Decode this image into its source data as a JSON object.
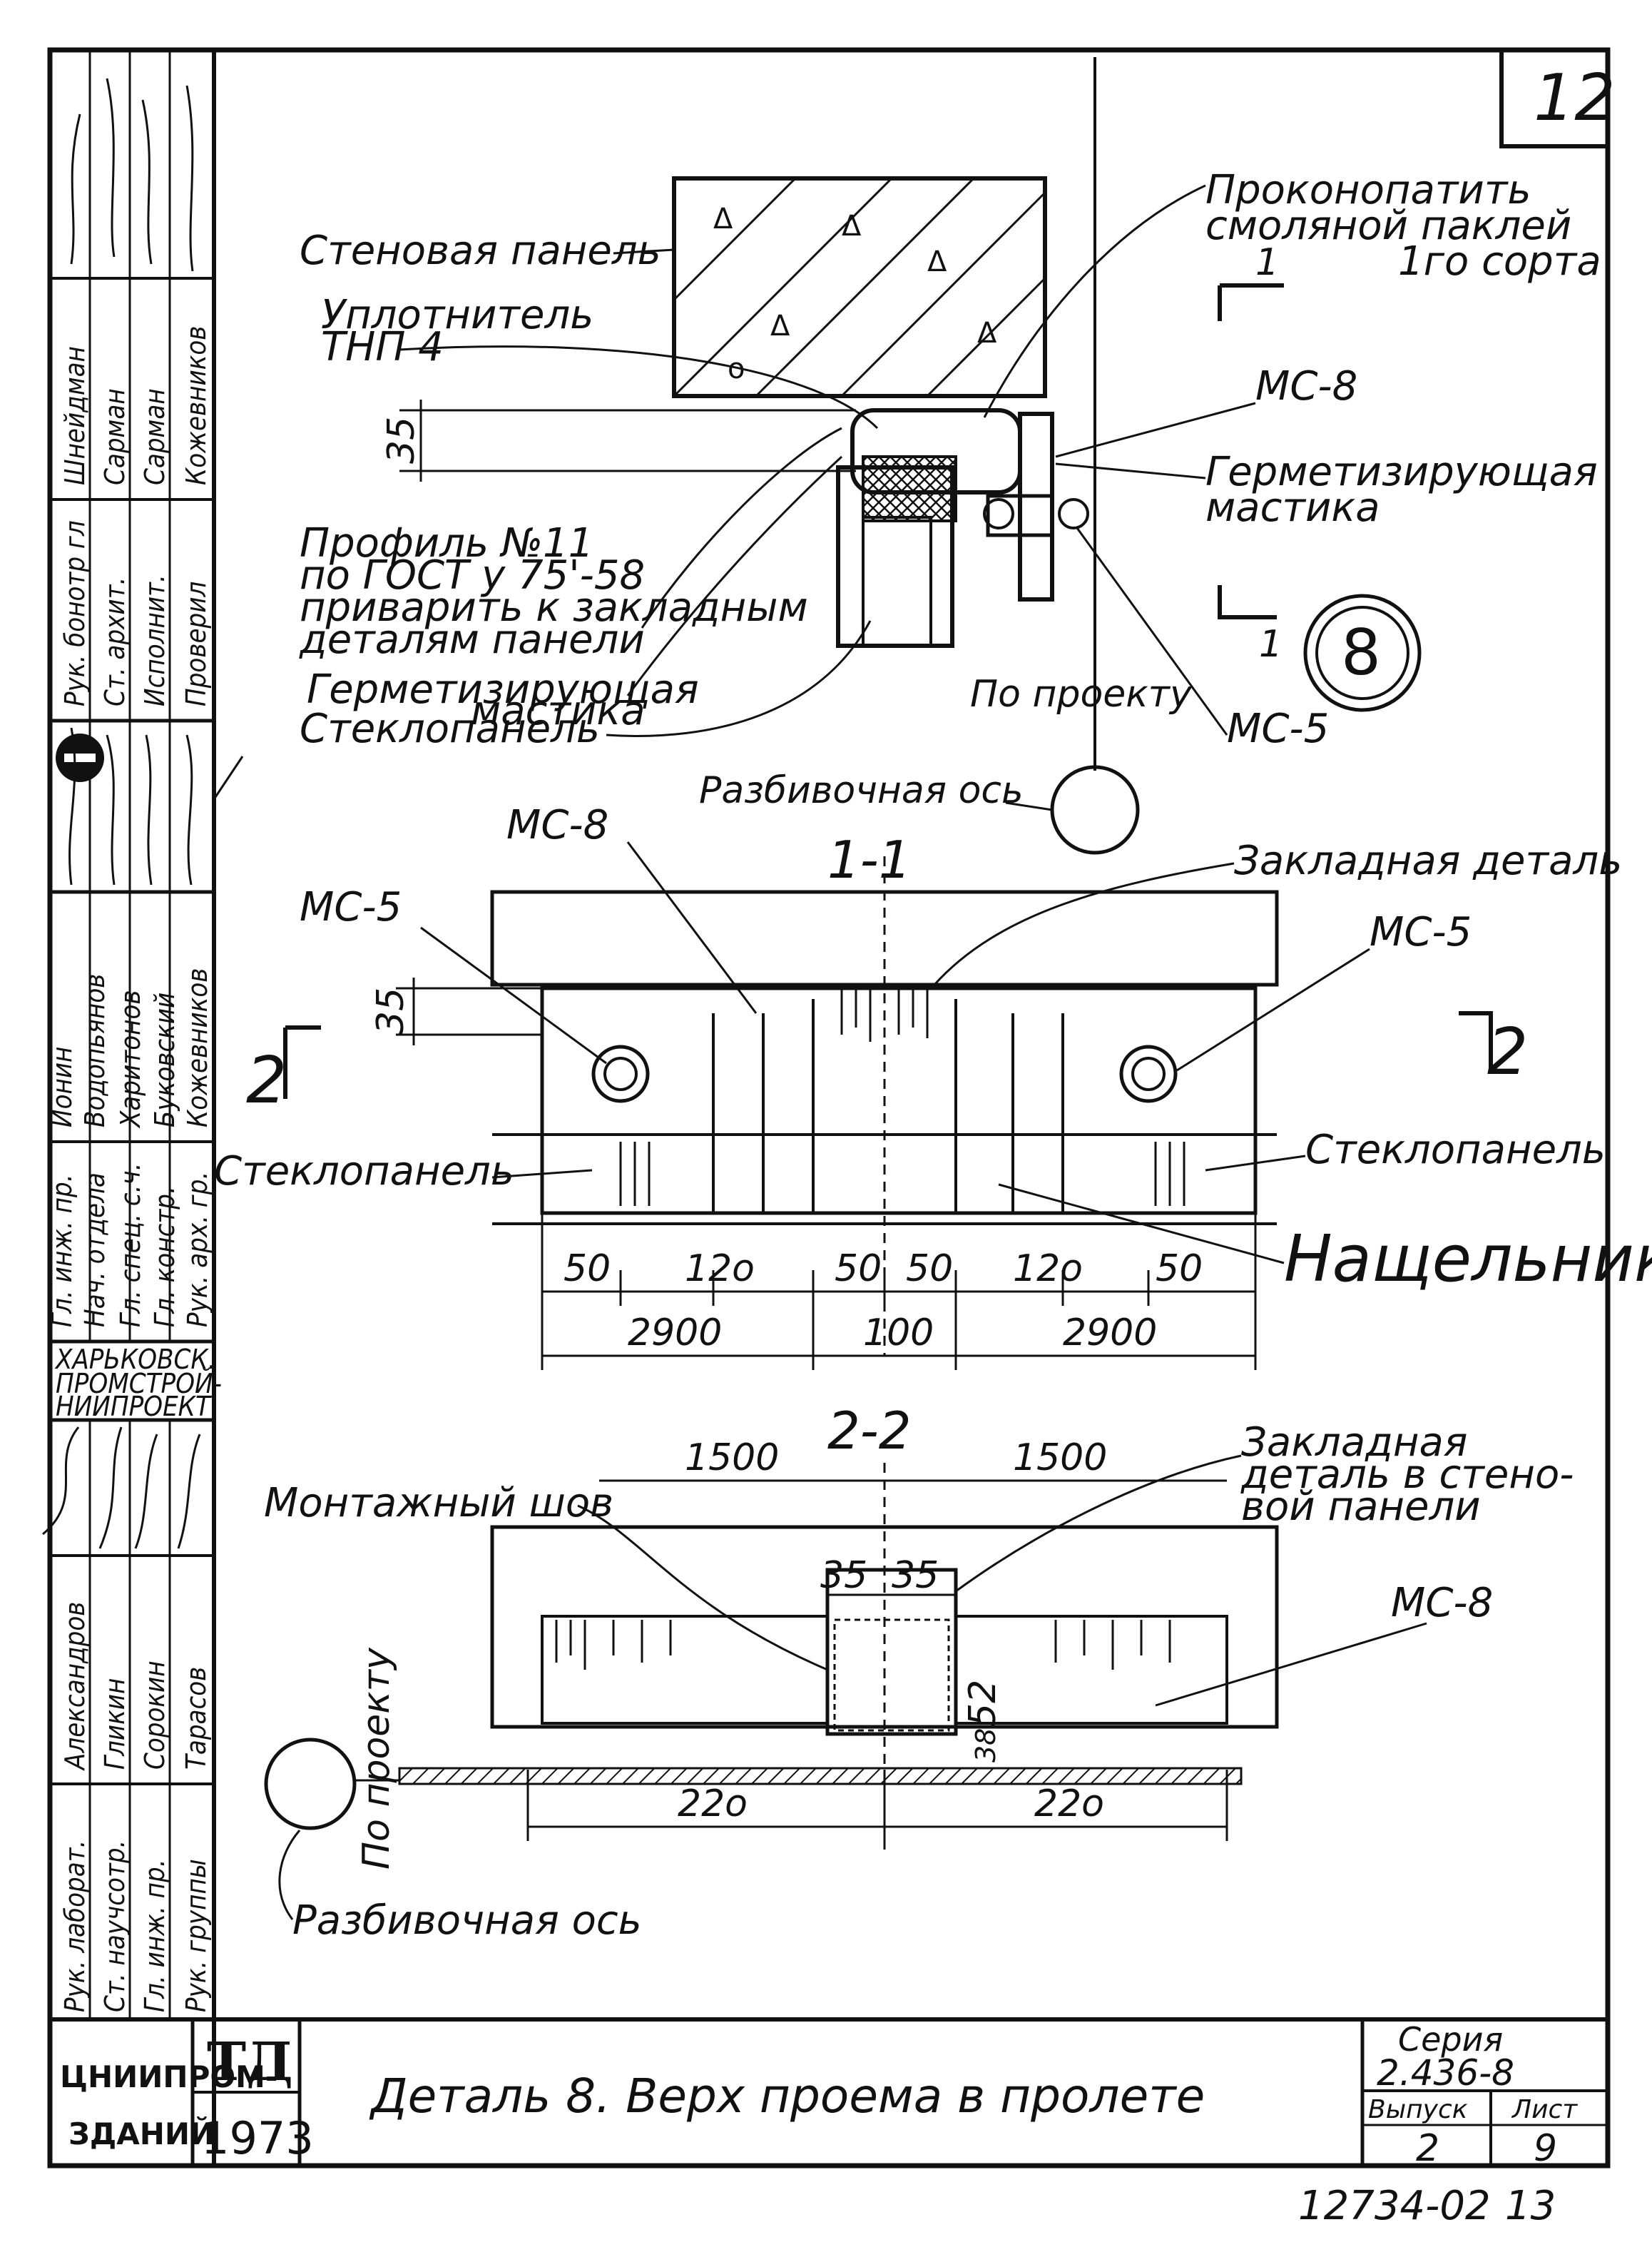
{
  "sheet_number": "12",
  "title_block": {
    "title": "Деталь 8. Верх проема в пролете",
    "td": "ТД",
    "year": "1973",
    "org": "ЦНИИПРОМ-\nЗДАНИЙ",
    "series_label": "Серия",
    "series_value": "2.436-8",
    "issue_label": "Выпуск",
    "issue_value": "2",
    "sheet_label": "Лист",
    "sheet_value": "9",
    "archive_no": "12734-02",
    "archive_page": "13"
  },
  "side_stamp": {
    "org_block": [
      "ХАРЬКОВСК.",
      "ПРОМСТРОЙ-",
      "НИИПРОЕКТ"
    ],
    "block1": [
      [
        "Рук. бонотр гл",
        "Шнейдман"
      ],
      [
        "Ст. архит.",
        "Сарман"
      ],
      [
        "Исполнит.",
        "Сарман"
      ],
      [
        "Проверил",
        "Кожевников"
      ]
    ],
    "block2": [
      [
        "Гл. инж. пр.",
        "Ионин"
      ],
      [
        "Нач. отдела",
        "Водопьянов"
      ],
      [
        "Гл. спец. с.ч.",
        "Харитонов"
      ],
      [
        "Гл. констр.",
        "Буковский"
      ],
      [
        "Рук. арх. гр.",
        "Кожевников"
      ]
    ],
    "block3": [
      [
        "Рук. лаборат.",
        "Александров"
      ],
      [
        "Ст. научсотр.",
        "Гликин"
      ],
      [
        "Гл. инж. пр.",
        "Сорокин"
      ],
      [
        "Рук. группы",
        "Тарасов"
      ]
    ]
  },
  "detail_8": {
    "circle_label": "8",
    "labels": {
      "wall_panel": "Стеновая панель",
      "caulk": "Проконопатить смоляной паклей 1го сорта",
      "seal": "Уплотнитель ТНП 4",
      "ms8": "МС-8",
      "mastic_right": "Герметизирующая мастика",
      "profile": "Профиль №11 по ГОСТ у 75'-58 приварить к закладным деталям панели",
      "mastic_left": "Герметизирующая мастика",
      "glass_panel": "Стеклопанель",
      "by_project": "По проекту",
      "ms5": "МС-5",
      "axis": "Разбивочная ось"
    },
    "dim_35": "35",
    "section_mark": "1"
  },
  "section_1_1": {
    "title": "1-1",
    "labels": {
      "ms8": "МС-8",
      "embedded": "Закладная деталь",
      "ms5_left": "МС-5",
      "ms5_right": "МС-5",
      "glass_left": "Стеклопанель",
      "glass_right": "Стеклопанель",
      "cover": "Нащельник"
    },
    "dim_35": "35",
    "section_mark": "2",
    "dims_top": [
      "50",
      "12o",
      "50",
      "50",
      "12o",
      "50"
    ],
    "dims_bottom": [
      "2900",
      "100",
      "2900"
    ]
  },
  "section_2_2": {
    "title": "2-2",
    "labels": {
      "mount_joint": "Монтажный шов",
      "embedded": "Закладная деталь в стеновой панели",
      "ms8": "МС-8",
      "by_project": "По проекту",
      "axis": "Разбивочная ось"
    },
    "dims_top": [
      "1500",
      "1500"
    ],
    "dims_inner": [
      "35",
      "35"
    ],
    "dim_52": "52",
    "dim_38": "38",
    "dims_bottom": [
      "22o",
      "22o"
    ]
  }
}
